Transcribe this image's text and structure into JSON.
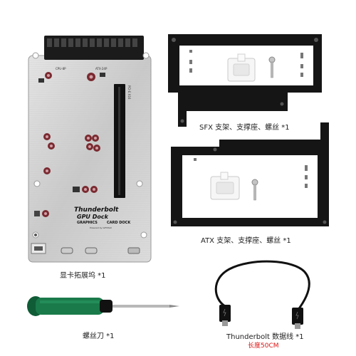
{
  "board": {
    "brand_line1": "Thunderbolt",
    "brand_line2": "GPU Dock",
    "brand_line3": "GRAPHICS",
    "brand_line4": "CARD DOCK",
    "brand_line5": "Powered by GPYMAX",
    "slot_label": "PCI-E X16",
    "connector_label_left": "CPU-8P",
    "connector_label_right": "ATX-24P"
  },
  "captions": {
    "sfx": "SFX 支架、支撑座、螺丝 *1",
    "atx": "ATX 支架、支撑座、螺丝 *1",
    "dock": "显卡拓展坞 *1",
    "screwdriver": "螺丝刀 *1",
    "cable": "Thunderbolt 数据线 *1",
    "cable_length": "长度50CM"
  },
  "colors": {
    "board": "#d4d4d4",
    "bracket": "#151515",
    "screwdriver_handle": "#1a7a4a",
    "length_text": "#dd1111"
  }
}
